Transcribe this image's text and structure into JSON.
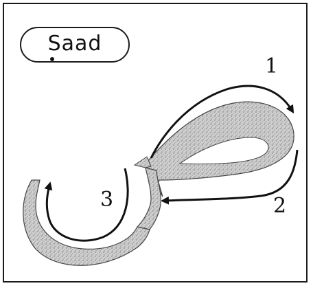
{
  "letter": {
    "name": "Saad"
  },
  "strokes": [
    {
      "number": "1"
    },
    {
      "number": "2"
    },
    {
      "number": "3"
    }
  ]
}
